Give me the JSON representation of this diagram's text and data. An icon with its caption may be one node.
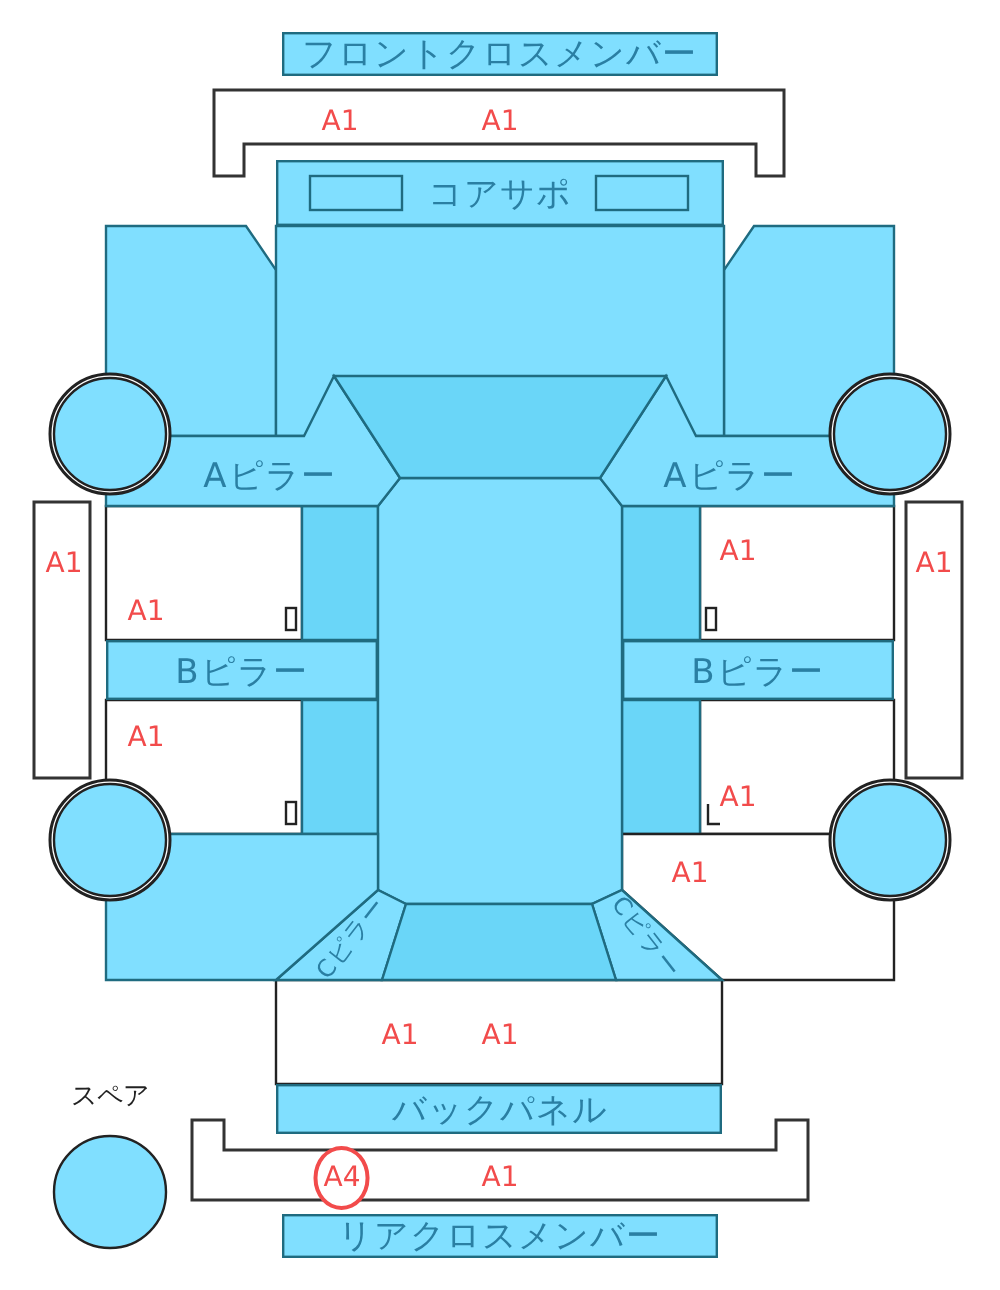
{
  "diagram": {
    "nodes": [
      {
        "text": [
          "フロントクロスメンバー"
        ]
      },
      {
        "text": [
          "コアサポ"
        ]
      },
      {
        "text": [
          "Aピラー"
        ]
      },
      {
        "text": [
          "Aピラー"
        ]
      },
      {
        "text": [
          "Bピラー"
        ]
      },
      {
        "text": [
          "Bピラー"
        ]
      },
      {
        "text": [
          "Cピラー"
        ]
      },
      {
        "text": [
          "Cピラー"
        ]
      },
      {
        "text": [
          "バックパネル"
        ]
      },
      {
        "text": [
          "リアクロスメンバー"
        ]
      },
      {
        "text": [],
        "shape": "circle"
      },
      {
        "text": [],
        "shape": "circle"
      },
      {
        "text": [],
        "shape": "circle"
      },
      {
        "text": [],
        "shape": "circle"
      },
      {
        "text": [],
        "shape": "circle",
        "beside": [
          "スペア"
        ]
      },
      {
        "text": [],
        "shape": "trapezoid"
      },
      {
        "text": [],
        "shape": "box"
      },
      {
        "text": [],
        "shape": "trapezoid"
      }
    ],
    "labels": [
      "A1",
      "A1",
      "A1",
      "A1",
      "A1",
      "A1",
      "A1",
      "A1",
      "A1",
      "A1",
      "A1",
      "A4",
      "A1"
    ]
  }
}
